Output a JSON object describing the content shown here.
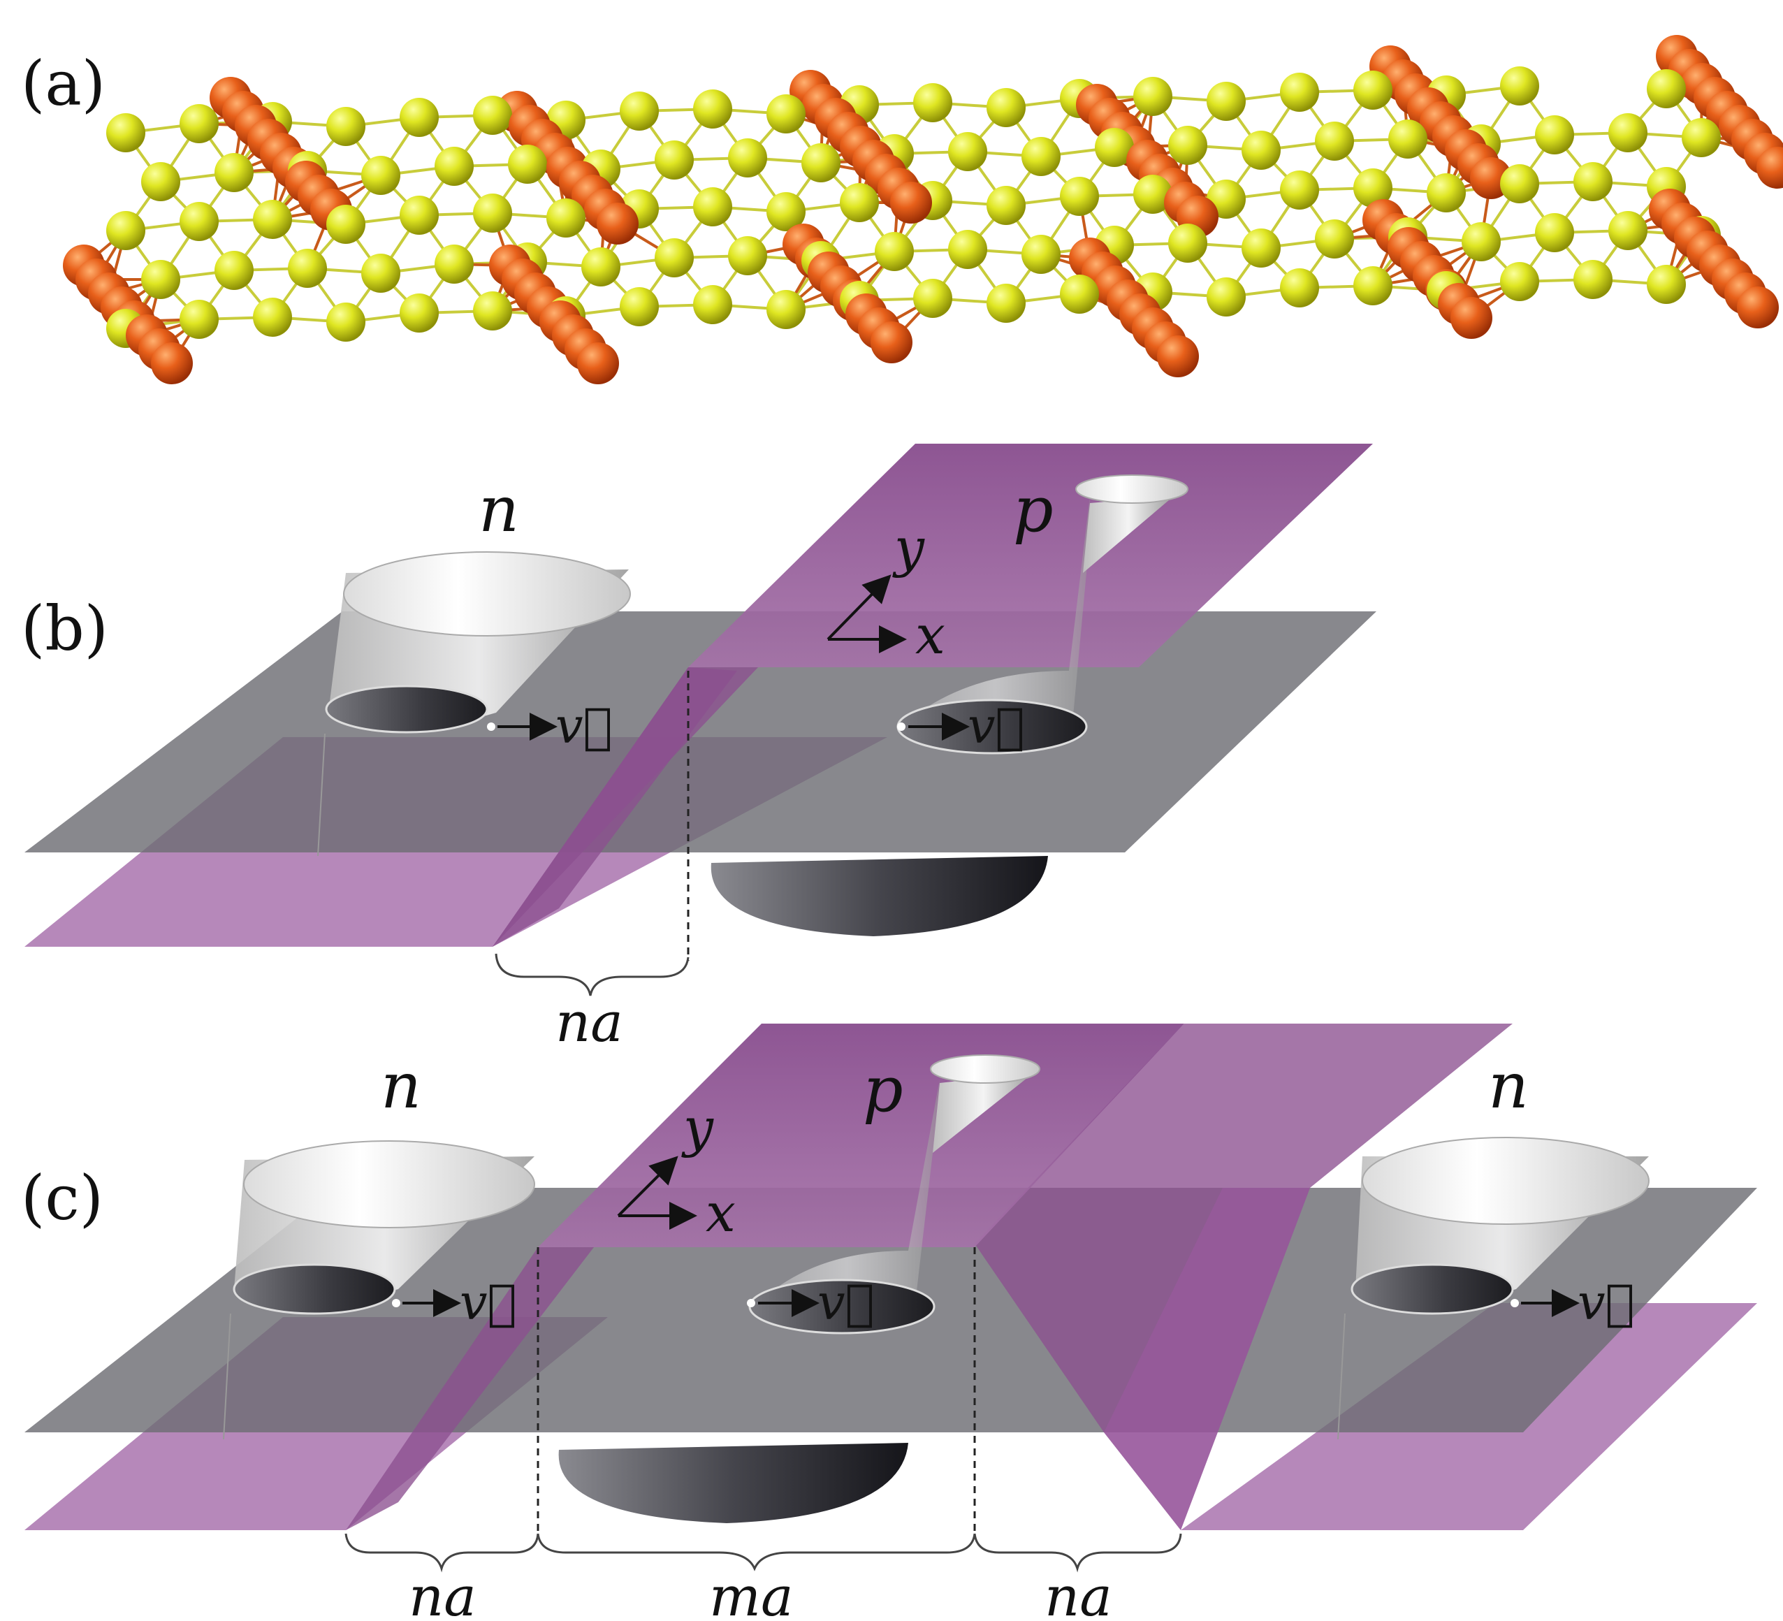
{
  "panels": {
    "a": {
      "label": "(a)"
    },
    "b": {
      "label": "(b)",
      "region_n": "n",
      "region_p": "p",
      "axis_y": "y",
      "axis_x": "x",
      "velocity_left": "v⃗",
      "velocity_right": "v⃗",
      "width_label": "na"
    },
    "c": {
      "label": "(c)",
      "region_n_left": "n",
      "region_p": "p",
      "region_n_right": "n",
      "axis_y": "y",
      "axis_x": "x",
      "velocity_left": "v⃗",
      "velocity_mid": "v⃗",
      "velocity_right": "v⃗",
      "width_left": "na",
      "width_mid": "ma",
      "width_right": "na"
    }
  },
  "colors": {
    "metal_atom": "#e0560f",
    "chalcogen_atom": "#d8e01c",
    "gray_plane": "#6e6e74",
    "purple_plane": "#8a4a8c",
    "cone_light": "#f0f0f0",
    "cone_dark": "#3a3a40"
  }
}
